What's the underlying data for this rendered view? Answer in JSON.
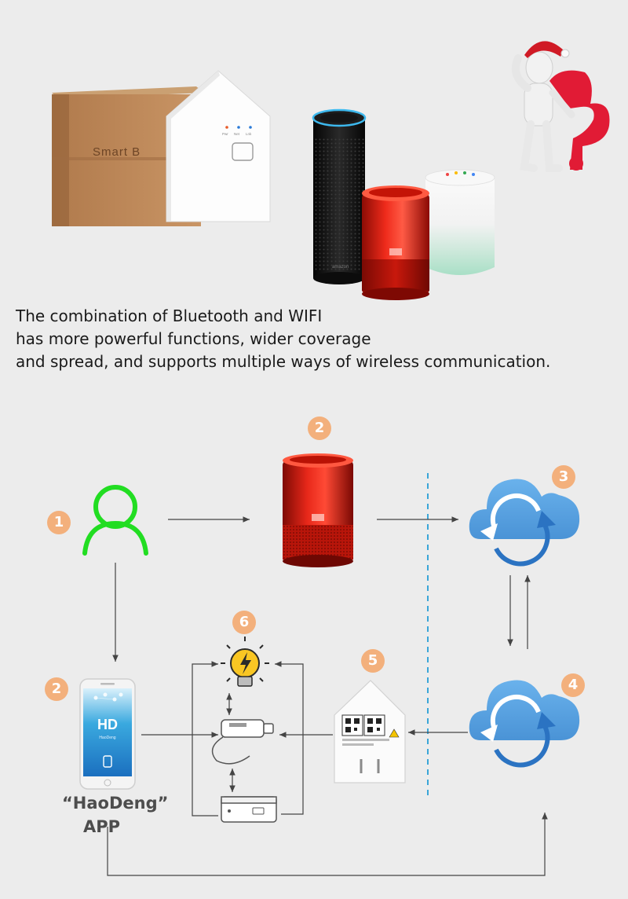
{
  "caption": {
    "line1": "The combination of Bluetooth and WIFI",
    "line2": "has more powerful functions, wider coverage",
    "line3": "and spread, and supports multiple ways of wireless communication."
  },
  "product": {
    "box_text": "Smart B",
    "led_labels": [
      "Pwr",
      "Net",
      "Lnk"
    ],
    "speaker_brand": "amazon"
  },
  "diagram": {
    "badges": {
      "user": "1",
      "speaker": "2",
      "cloud_top": "3",
      "cloud_bottom": "4",
      "gateway": "5",
      "bulb": "6",
      "phone": "2"
    },
    "app_name": "“HaoDeng”",
    "app_suffix": "APP",
    "phone_logo": "HD",
    "phone_sub": "HaoDeng"
  },
  "colors": {
    "badge": "#f3b07c",
    "user_icon": "#22dd22",
    "cloud": "#5aa3e0",
    "cloud_arrow": "#2b73c2",
    "divider": "#3aa6d8",
    "speaker_red": "#d81a0e"
  }
}
